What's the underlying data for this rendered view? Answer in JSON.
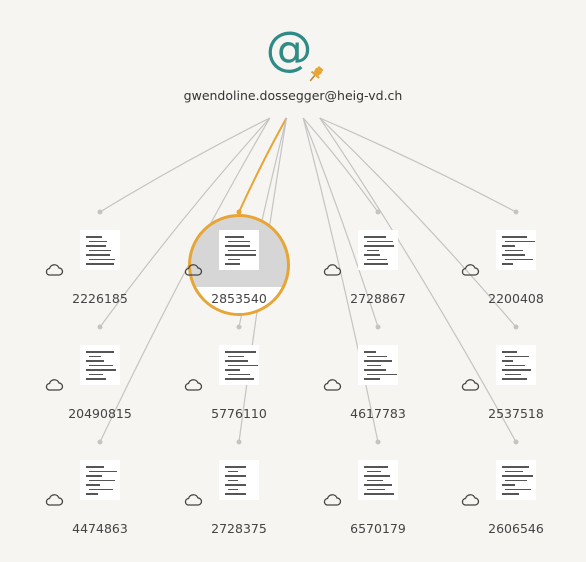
{
  "hub": {
    "email": "gwendoline.dossegger@heig-vd.ch",
    "icon": "at-sign-icon",
    "pin_icon": "pin-icon",
    "icon_color": "#2e8b86",
    "pin_color": "#e6a535"
  },
  "nodes": [
    {
      "id": "2226185",
      "selected": false
    },
    {
      "id": "2853540",
      "selected": true
    },
    {
      "id": "2728867",
      "selected": false
    },
    {
      "id": "2200408",
      "selected": false
    },
    {
      "id": "20490815",
      "selected": false
    },
    {
      "id": "5776110",
      "selected": false
    },
    {
      "id": "4617783",
      "selected": false
    },
    {
      "id": "2537518",
      "selected": false
    },
    {
      "id": "4474863",
      "selected": false
    },
    {
      "id": "2728375",
      "selected": false
    },
    {
      "id": "6570179",
      "selected": false
    },
    {
      "id": "2606546",
      "selected": false
    }
  ],
  "colors": {
    "edge": "#c4c4c4",
    "highlight_edge": "#e6a535",
    "background": "#f6f5f1"
  }
}
